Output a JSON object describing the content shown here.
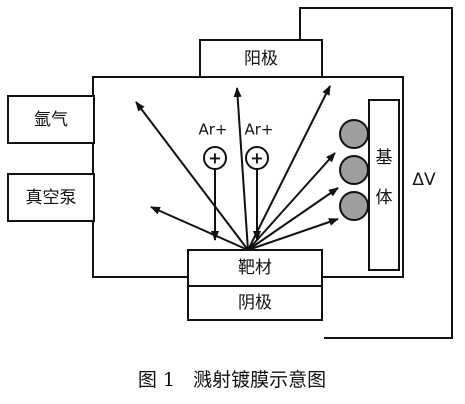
{
  "labels": {
    "anode": "阳极",
    "argon": "氩气",
    "vacuum_pump": "真空泵",
    "ion_1": "Ar+",
    "ion_2": "Ar+",
    "plus_sign": "+",
    "substrate_char_1": "基",
    "substrate_char_2": "体",
    "delta_v": "ΔV",
    "target": "靶材",
    "cathode": "阴极"
  },
  "caption": "图 1   溅射镀膜示意图",
  "colors": {
    "line": "#111111",
    "substrate_ball": "#9e9e9e",
    "background": "#ffffff"
  }
}
